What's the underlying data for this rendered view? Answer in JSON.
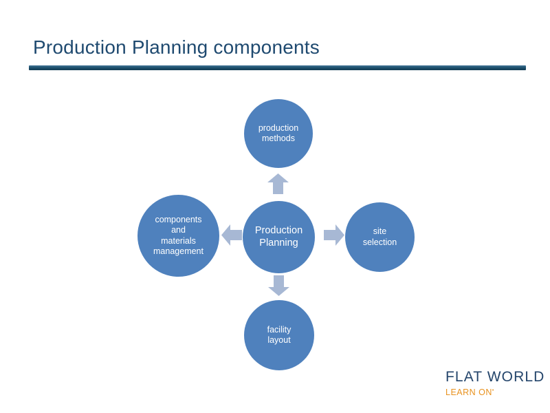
{
  "slide": {
    "title": "Production Planning components",
    "background_color": "#FFFFFF",
    "title_color": "#1F4A70",
    "rule_color": "#1B4C68"
  },
  "diagram": {
    "type": "hub-and-spoke",
    "accent_color": "#4F81BD",
    "arrow_color": "#A7B8D4",
    "center": {
      "label": "Production\nPlanning"
    },
    "nodes": [
      {
        "id": "production-methods",
        "label": "production\nmethods",
        "position": "top"
      },
      {
        "id": "site-selection",
        "label": "site\nselection",
        "position": "right"
      },
      {
        "id": "facility-layout",
        "label": "facility\nlayout",
        "position": "bottom"
      },
      {
        "id": "components-and-materials-management",
        "label": "components\nand\nmaterials\nmanagement",
        "position": "left"
      }
    ],
    "arrows": [
      {
        "id": "arrow-up",
        "direction": "up",
        "from": "center",
        "to": "production-methods"
      },
      {
        "id": "arrow-right",
        "direction": "right",
        "from": "center",
        "to": "site-selection"
      },
      {
        "id": "arrow-down",
        "direction": "down",
        "from": "center",
        "to": "facility-layout"
      },
      {
        "id": "arrow-left",
        "direction": "left",
        "from": "center",
        "to": "components-and-materials-management"
      }
    ]
  },
  "logo": {
    "primary": "FLAT WORLD",
    "tagline": "LEARN ON",
    "trademark": "•",
    "primary_color": "#24456B",
    "tagline_color": "#E8921F"
  }
}
